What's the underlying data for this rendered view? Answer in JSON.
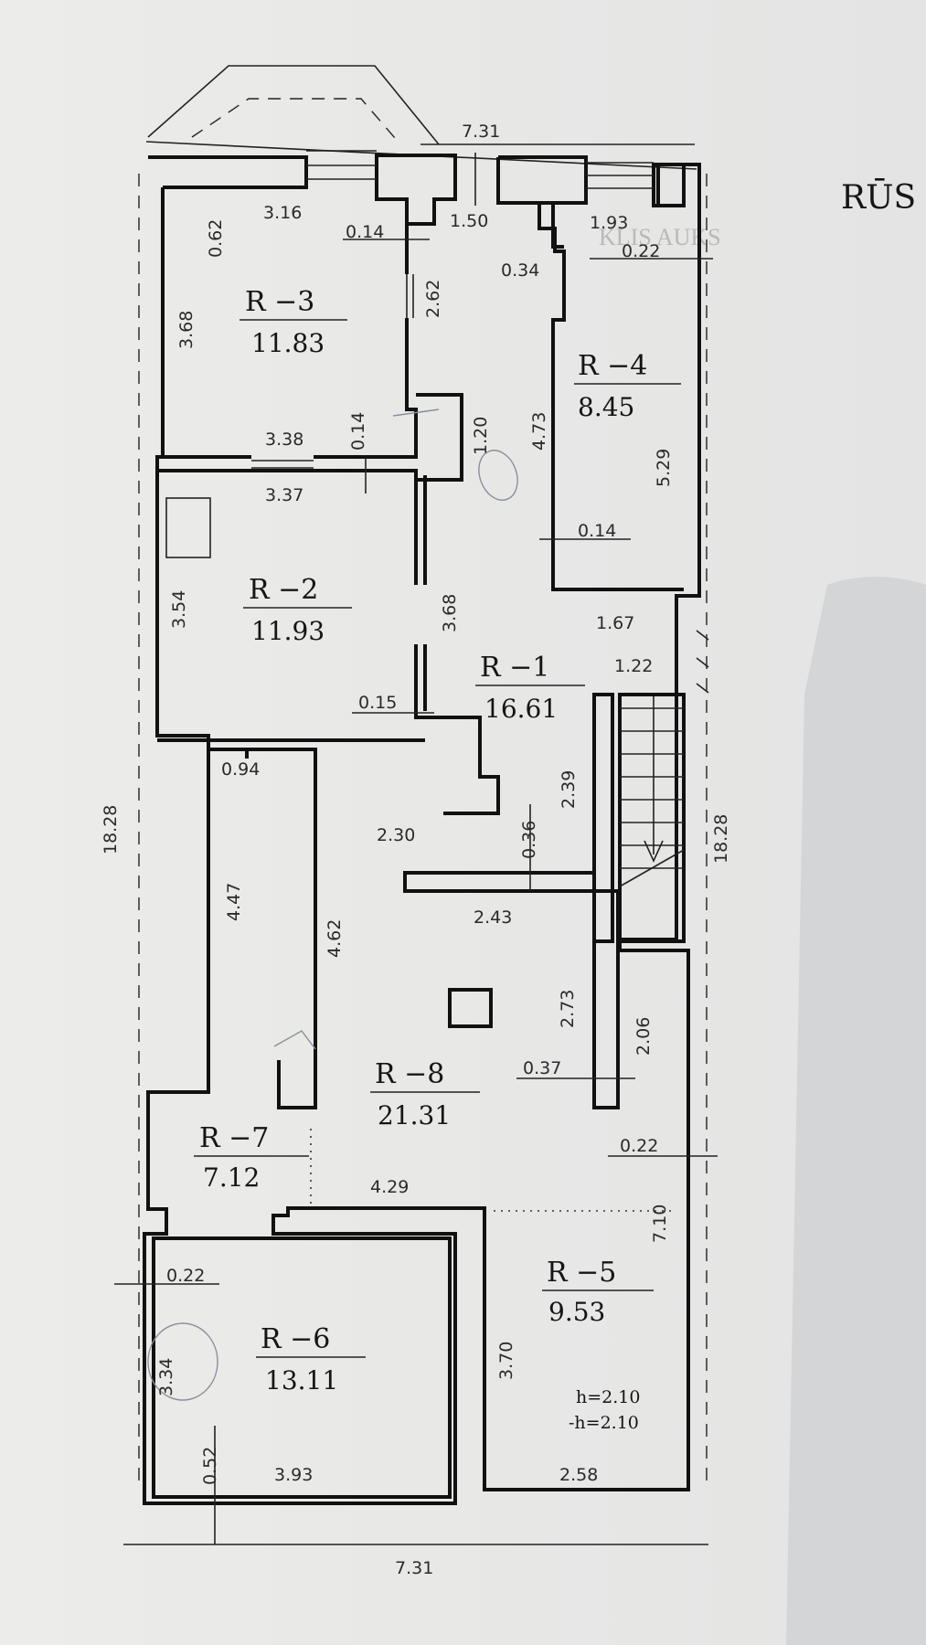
{
  "header": {
    "title_fragment": "RŪS",
    "faint_text": "KLIS AUKS"
  },
  "overall": {
    "width_top": "7.31",
    "width_bottom": "7.31",
    "length_left": "18.28",
    "length_right": "18.28"
  },
  "rooms": [
    {
      "code": "R −3",
      "area": "11.83"
    },
    {
      "code": "R −4",
      "area": "8.45"
    },
    {
      "code": "R −2",
      "area": "11.93"
    },
    {
      "code": "R −1",
      "area": "16.61"
    },
    {
      "code": "R −8",
      "area": "21.31"
    },
    {
      "code": "R −7",
      "area": "7.12"
    },
    {
      "code": "R −5",
      "area": "9.53"
    },
    {
      "code": "R −6",
      "area": "13.11"
    }
  ],
  "dimensions": [
    "0.62",
    "3.16",
    "0.14",
    "1.50",
    "1.93",
    "0.22",
    "0.34",
    "3.68",
    "2.62",
    "4.73",
    "5.29",
    "3.38",
    "0.14",
    "1.20",
    "3.37",
    "0.14",
    "3.54",
    "3.68",
    "1.67",
    "1.22",
    "0.15",
    "0.94",
    "2.39",
    "2.30",
    "0.36",
    "4.47",
    "4.62",
    "2.43",
    "2.73",
    "2.06",
    "0.37",
    "0.22",
    "4.29",
    "7.10",
    "0.22",
    "3.70",
    "3.34",
    "0.52",
    "3.93",
    "2.58"
  ],
  "notes": {
    "height_1": "h=2.10",
    "height_2": "-h=2.10"
  },
  "colors": {
    "paper": "#ececea",
    "ink": "#111111",
    "shadow": "#bfc1c4"
  }
}
